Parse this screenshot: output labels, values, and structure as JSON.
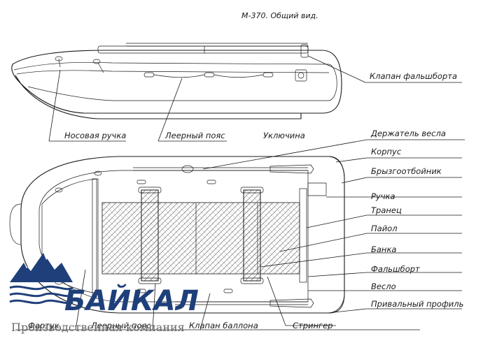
{
  "title": "М-370. Общий вид.",
  "side_view_labels": {
    "valve_fender": "Клапан фальшборта",
    "bow_handle": "Носовая ручка",
    "lifeline": "Леерный пояс",
    "oarlock": "Уключина"
  },
  "top_view_labels": {
    "oar_holder": "Держатель весла",
    "hull": "Корпус",
    "spray_guard": "Брызгоотбойник",
    "handle": "Ручка",
    "transom": "Транец",
    "floor": "Пайол",
    "bench": "Банка",
    "bulwark": "Фальшборт",
    "oar": "Весло",
    "rub_strake": "Привальный профиль",
    "stringer": "Стрингер",
    "bottom_left_1": "Фартук",
    "bottom_left_2": "Леерный пояс",
    "bottom_left_3": "Клапан баллона"
  },
  "brand": {
    "name": "БАЙКАЛ",
    "tagline": "Производственная компания",
    "color": "#1e3f7a"
  }
}
